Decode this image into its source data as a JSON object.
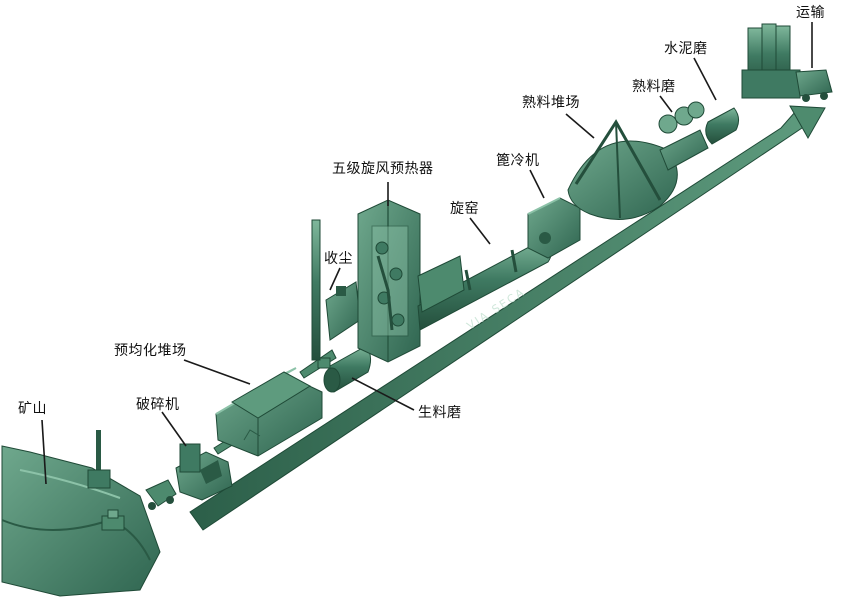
{
  "diagram": {
    "labels": {
      "mine": "矿山",
      "crusher": "破碎机",
      "prehomogenizing_yard": "预均化堆场",
      "raw_mill": "生料磨",
      "dust_collector": "收尘",
      "preheater": "五级旋风预热器",
      "kiln": "旋窑",
      "cooler": "篦冷机",
      "clinker_yard": "熟料堆场",
      "clinker_mill": "熟料磨",
      "cement_mill": "水泥磨",
      "transport": "运输"
    },
    "flow_arrow_text": "VIA SECA",
    "colors": {
      "equipment": "#3f7a62",
      "equipment_dark": "#2a5a45",
      "equipment_light": "#6fa88d",
      "arrow": "#3d7a5e",
      "leader": "#1a1a1a"
    },
    "icons": [
      "excavator-icon",
      "truck-icon",
      "conveyor-icon",
      "silo-icon"
    ]
  }
}
